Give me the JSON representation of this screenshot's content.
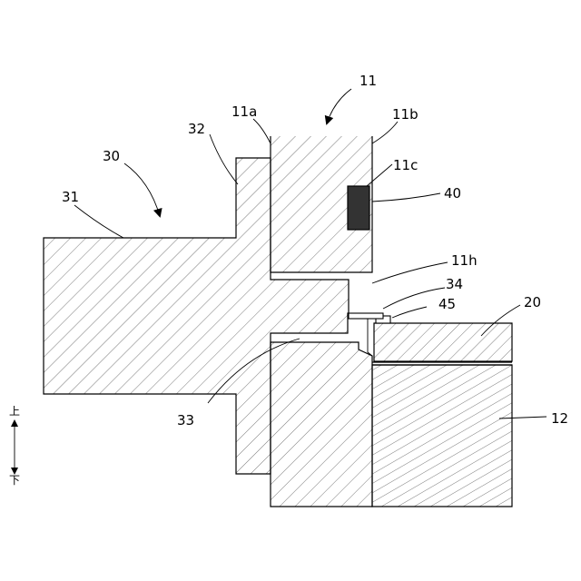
{
  "labels": {
    "l11": "11",
    "l11a": "11a",
    "l11b": "11b",
    "l11c": "11c",
    "l11h": "11h",
    "l12": "12",
    "l20": "20",
    "l30": "30",
    "l31": "31",
    "l32": "32",
    "l33": "33",
    "l34": "34",
    "l40": "40",
    "l45": "45"
  },
  "direction": {
    "up": "上",
    "down": "下"
  },
  "colors": {
    "hatch": "#7a7a7a",
    "outline": "#000000",
    "sensor": "#333333"
  }
}
